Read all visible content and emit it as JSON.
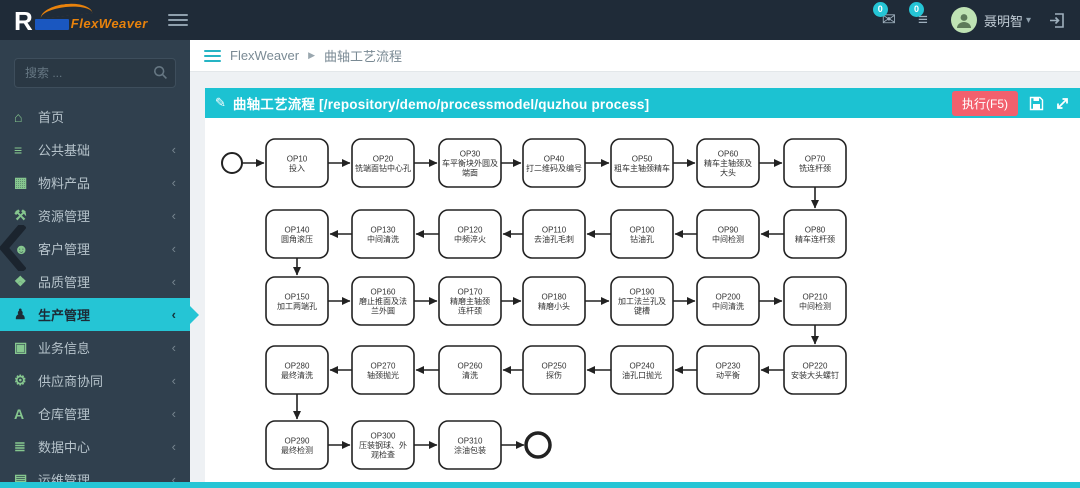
{
  "header": {
    "logo_letter": "R",
    "logo_brand": "FlexWeaver",
    "mail_badge": "0",
    "task_badge": "0",
    "username": "聂明智"
  },
  "sidebar": {
    "search_placeholder": "搜索 ...",
    "items": [
      {
        "label": "首页",
        "icon": "home-icon",
        "chevron": false,
        "active": false
      },
      {
        "label": "公共基础",
        "icon": "layers-icon",
        "chevron": true,
        "active": false
      },
      {
        "label": "物料产品",
        "icon": "grid-icon",
        "chevron": true,
        "active": false
      },
      {
        "label": "资源管理",
        "icon": "wrench-icon",
        "chevron": true,
        "active": false
      },
      {
        "label": "客户管理",
        "icon": "customer-icon",
        "chevron": true,
        "active": false
      },
      {
        "label": "品质管理",
        "icon": "quality-icon",
        "chevron": true,
        "active": false
      },
      {
        "label": "生产管理",
        "icon": "production-icon",
        "chevron": true,
        "active": true
      },
      {
        "label": "业务信息",
        "icon": "briefcase-icon",
        "chevron": true,
        "active": false
      },
      {
        "label": "供应商协同",
        "icon": "gear-icon",
        "chevron": true,
        "active": false
      },
      {
        "label": "仓库管理",
        "icon": "warehouse-icon",
        "chevron": true,
        "active": false
      },
      {
        "label": "数据中心",
        "icon": "datacenter-icon",
        "chevron": true,
        "active": false
      },
      {
        "label": "运维管理",
        "icon": "ops-icon",
        "chevron": true,
        "active": false
      }
    ]
  },
  "breadcrumb": {
    "app": "FlexWeaver",
    "page": "曲轴工艺流程"
  },
  "panel": {
    "title": "曲轴工艺流程 [/repository/demo/processmodel/quzhou  process]",
    "run_label": "执行(F5)"
  },
  "colors": {
    "accent": "#25c5d5",
    "danger": "#f2606d",
    "menu_icon_green": "#86c78f",
    "topbar": "#1f2b38",
    "sidebar": "#30404e"
  },
  "flowchart": {
    "nodes": [
      {
        "id": "OP10",
        "lines": [
          "投入"
        ],
        "row": 0,
        "col": 1
      },
      {
        "id": "OP20",
        "lines": [
          "铣端面钻中心孔"
        ],
        "row": 0,
        "col": 2
      },
      {
        "id": "OP30",
        "lines": [
          "车平衡块外圆及",
          "端面"
        ],
        "row": 0,
        "col": 3
      },
      {
        "id": "OP40",
        "lines": [
          "打二维码及编号"
        ],
        "row": 0,
        "col": 4
      },
      {
        "id": "OP50",
        "lines": [
          "粗车主轴颈精车"
        ],
        "row": 0,
        "col": 5
      },
      {
        "id": "OP60",
        "lines": [
          "精车主轴颈及",
          "大头"
        ],
        "row": 0,
        "col": 6
      },
      {
        "id": "OP70",
        "lines": [
          "铣连杆颈"
        ],
        "row": 0,
        "col": 7
      },
      {
        "id": "OP80",
        "lines": [
          "精车连杆颈"
        ],
        "row": 1,
        "col": 7
      },
      {
        "id": "OP90",
        "lines": [
          "中间检测"
        ],
        "row": 1,
        "col": 6
      },
      {
        "id": "OP100",
        "lines": [
          "钻油孔"
        ],
        "row": 1,
        "col": 5
      },
      {
        "id": "OP110",
        "lines": [
          "去油孔毛刺"
        ],
        "row": 1,
        "col": 4
      },
      {
        "id": "OP120",
        "lines": [
          "中频淬火"
        ],
        "row": 1,
        "col": 3
      },
      {
        "id": "OP130",
        "lines": [
          "中间清洗"
        ],
        "row": 1,
        "col": 2
      },
      {
        "id": "OP140",
        "lines": [
          "圆角滚压"
        ],
        "row": 1,
        "col": 1
      },
      {
        "id": "OP150",
        "lines": [
          "加工两端孔"
        ],
        "row": 2,
        "col": 1
      },
      {
        "id": "OP160",
        "lines": [
          "磨止推面及法",
          "兰外圆"
        ],
        "row": 2,
        "col": 2
      },
      {
        "id": "OP170",
        "lines": [
          "精磨主轴颈",
          "连杆颈"
        ],
        "row": 2,
        "col": 3
      },
      {
        "id": "OP180",
        "lines": [
          "精磨小头"
        ],
        "row": 2,
        "col": 4
      },
      {
        "id": "OP190",
        "lines": [
          "加工法兰孔及",
          "键槽"
        ],
        "row": 2,
        "col": 5
      },
      {
        "id": "OP200",
        "lines": [
          "中间清洗"
        ],
        "row": 2,
        "col": 6
      },
      {
        "id": "OP210",
        "lines": [
          "中间检测"
        ],
        "row": 2,
        "col": 7
      },
      {
        "id": "OP220",
        "lines": [
          "安装大头螺钉"
        ],
        "row": 3,
        "col": 7
      },
      {
        "id": "OP230",
        "lines": [
          "动平衡"
        ],
        "row": 3,
        "col": 6
      },
      {
        "id": "OP240",
        "lines": [
          "油孔口抛光"
        ],
        "row": 3,
        "col": 5
      },
      {
        "id": "OP250",
        "lines": [
          "探伤"
        ],
        "row": 3,
        "col": 4
      },
      {
        "id": "OP260",
        "lines": [
          "清洗"
        ],
        "row": 3,
        "col": 3
      },
      {
        "id": "OP270",
        "lines": [
          "轴颈抛光"
        ],
        "row": 3,
        "col": 2
      },
      {
        "id": "OP280",
        "lines": [
          "最终清洗"
        ],
        "row": 3,
        "col": 1
      },
      {
        "id": "OP290",
        "lines": [
          "最终检测"
        ],
        "row": 4,
        "col": 1
      },
      {
        "id": "OP300",
        "lines": [
          "压装钢球、外",
          "观检查"
        ],
        "row": 4,
        "col": 2
      },
      {
        "id": "OP310",
        "lines": [
          "涂油包装"
        ],
        "row": 4,
        "col": 3
      }
    ]
  }
}
